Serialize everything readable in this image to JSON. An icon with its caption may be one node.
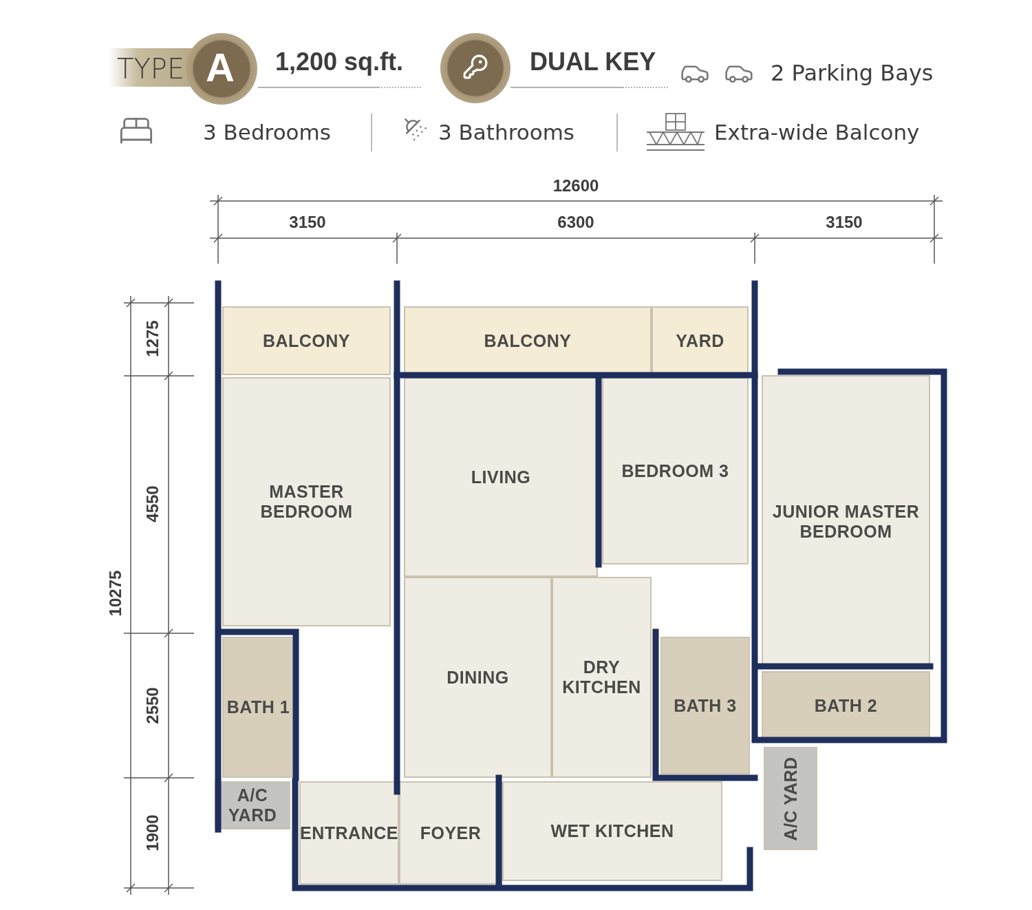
{
  "diagram": {
    "nodes": [
      {
        "text": [
          "BALCONY"
        ]
      },
      {
        "text": [
          "BALCONY"
        ]
      },
      {
        "text": [
          "YARD"
        ]
      },
      {
        "text": [
          "MASTER BEDROOM"
        ]
      },
      {
        "text": [
          "LIVING"
        ]
      },
      {
        "text": [
          "BEDROOM 3"
        ]
      },
      {
        "text": [
          "JUNIOR MASTER BEDROOM"
        ]
      },
      {
        "text": [
          "BATH 1"
        ]
      },
      {
        "text": [
          "DINING"
        ]
      },
      {
        "text": [
          "DRY KITCHEN"
        ]
      },
      {
        "text": [
          "BATH 3"
        ]
      },
      {
        "text": [
          "BATH 2"
        ]
      },
      {
        "text": [
          "A/C YARD"
        ]
      },
      {
        "text": [
          "ENTRANCE"
        ]
      },
      {
        "text": [
          "FOYER"
        ]
      },
      {
        "text": [
          "WET KITCHEN"
        ]
      },
      {
        "text": [
          "A/C YARD"
        ]
      }
    ],
    "labels": [
      "TYPE",
      "A",
      "1,200 sq.ft.",
      "DUAL KEY",
      "2 Parking Bays",
      "3 Bedrooms",
      "3 Bathrooms",
      "Extra-wide Balcony",
      "12600",
      "3150",
      "6300",
      "3150",
      "1275",
      "4550",
      "2550",
      "1900",
      "10275"
    ]
  }
}
